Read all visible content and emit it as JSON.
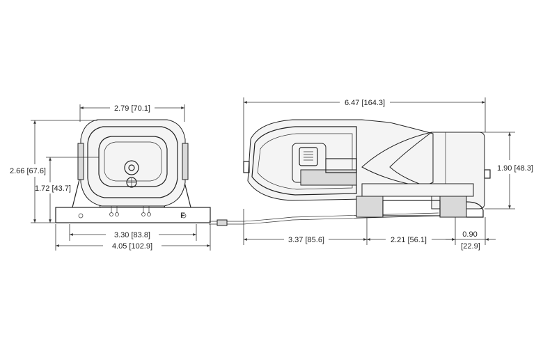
{
  "front_view": {
    "top_width": "2.79 [70.1]",
    "total_height": "2.66 [67.6]",
    "mid_height": "1.72 [43.7]",
    "base_holes": "3.30 [83.8]",
    "base_width": "4.05 [102.9]",
    "foot_mark": "F"
  },
  "side_view": {
    "total_length": "6.47 [164.3]",
    "motor_height": "1.90 [48.3]",
    "front_segment": "3.37 [85.6]",
    "mid_segment": "2.21 [56.1]",
    "rear_segment_top": "0.90",
    "rear_segment_bottom": "[22.9]"
  }
}
